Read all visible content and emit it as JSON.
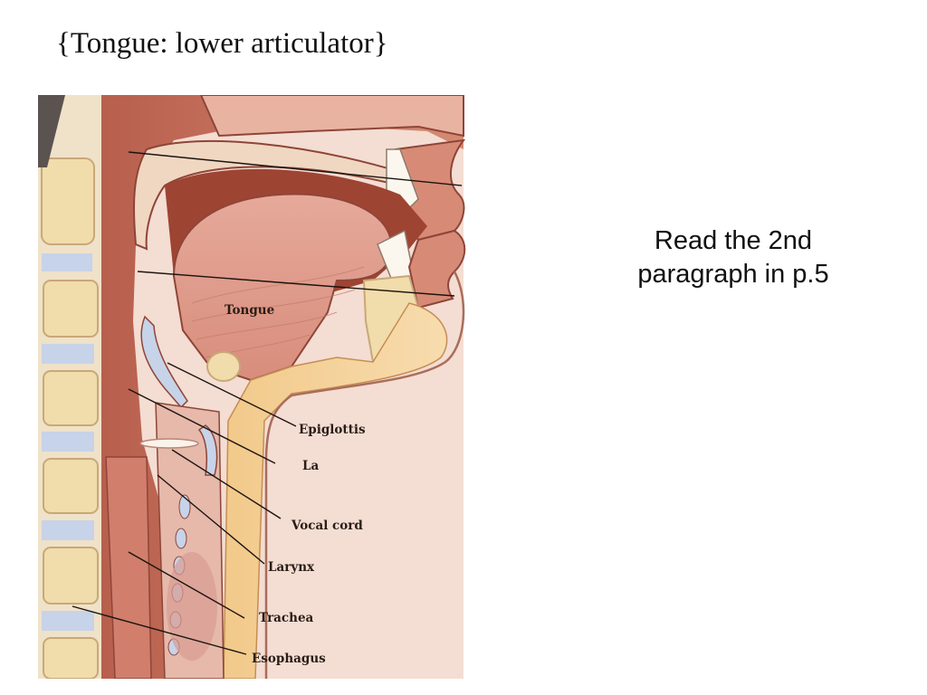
{
  "slide": {
    "title": "{Tongue: lower articulator}",
    "note_line1": "Read the 2nd",
    "note_line2": "paragraph in p.5"
  },
  "figure": {
    "labels": {
      "tongue": "Tongue",
      "epiglottis": "Epiglottis",
      "la_partial": "La",
      "vocal_cord": "Vocal cord",
      "larynx": "Larynx",
      "trachea": "Trachea",
      "esophagus": "Esophagus"
    }
  }
}
